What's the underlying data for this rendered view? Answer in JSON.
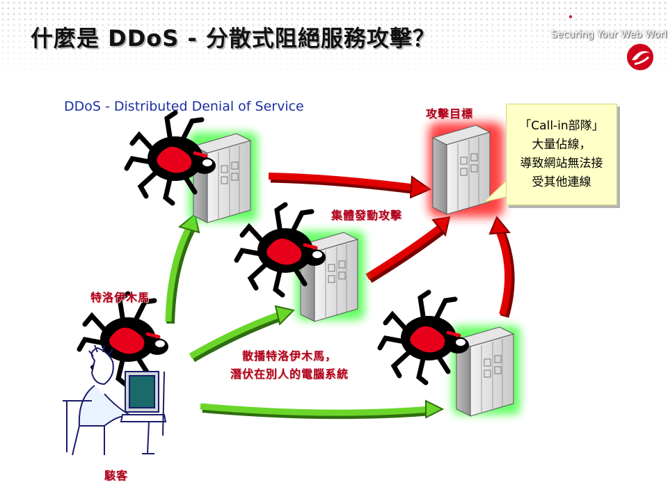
{
  "header": {
    "title": "什麼是 DDoS - 分散式阻絕服務攻擊？",
    "brand_tagline": "Securing Your Web World"
  },
  "diagram": {
    "subtitle": "DDoS - Distributed Denial of Service",
    "labels": {
      "target": "攻擊目標",
      "coordinated_attack": "集體發動攻擊",
      "trojan": "特洛伊木馬",
      "spread_line1": "散播特洛伊木馬，",
      "spread_line2": "潛伏在別人的電腦系統",
      "hacker": "駭客"
    },
    "callout": {
      "lines": [
        "「Call-in部隊」",
        "大量佔線，",
        "導致網站無法接",
        "受其他連線"
      ]
    }
  },
  "colors": {
    "title": "#111111",
    "subtitle": "#1a2fa3",
    "label_red": "#b0001a",
    "attack_arrow": "#e00000",
    "spread_arrow": "#6ad62a",
    "server_glow_green": "#35ff35",
    "server_glow_red": "#ff2020",
    "callout_fill": "#ffffc8",
    "brand_red": "#d0021b"
  },
  "icons": [
    "bug-icon",
    "server-icon",
    "hacker-at-computer-icon",
    "trend-logo-icon"
  ]
}
